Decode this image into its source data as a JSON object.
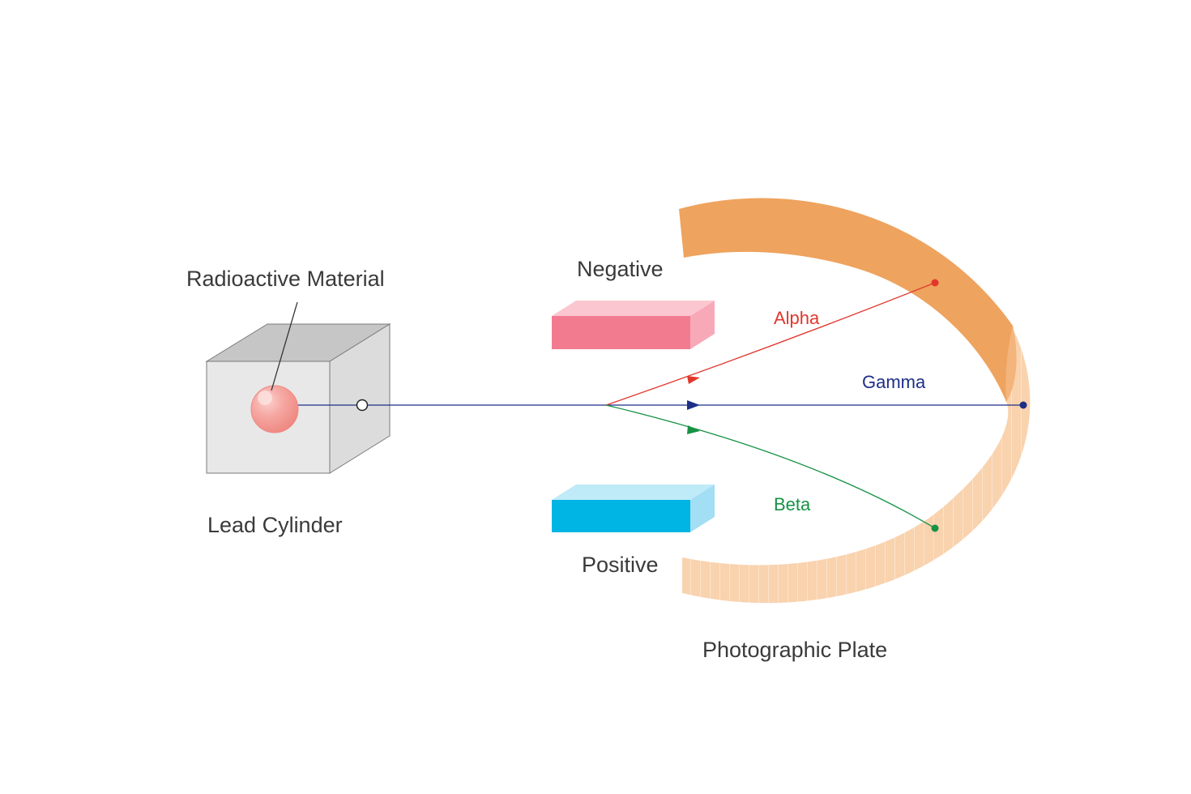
{
  "labels": {
    "radioactive_material": "Radioactive Material",
    "lead_cylinder": "Lead Cylinder",
    "negative": "Negative",
    "positive": "Positive",
    "photographic_plate": "Photographic Plate",
    "alpha": "Alpha",
    "gamma": "Gamma",
    "beta": "Beta"
  },
  "colors": {
    "alpha": "#e2362c",
    "gamma": "#1e2f86",
    "beta": "#179245",
    "negative_plate": "#f27b90",
    "positive_plate": "#00b4e4",
    "photo_plate_top": "#eea35e",
    "photo_plate_bottom": "#f9d4b2",
    "source_sphere": "#f2928d"
  }
}
